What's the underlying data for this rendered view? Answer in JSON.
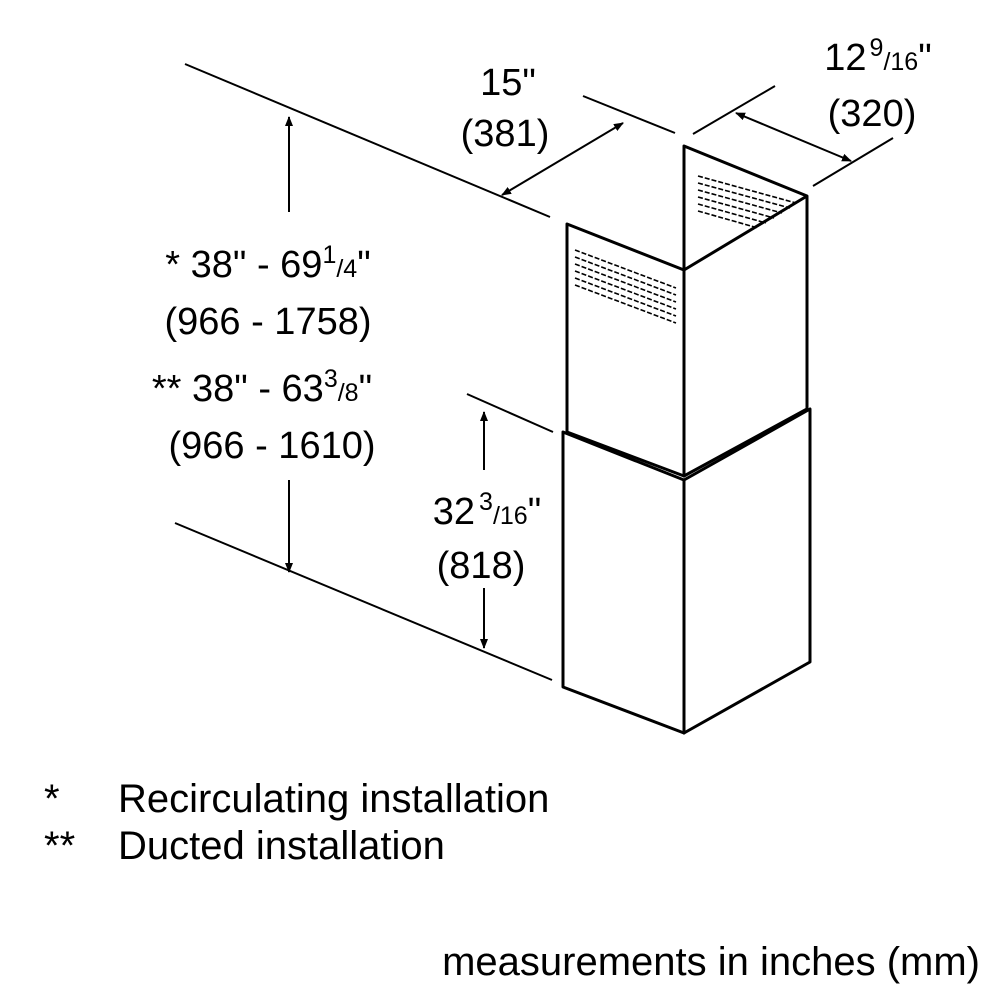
{
  "dimensions": {
    "depth": {
      "inches": "15\"",
      "mm": "(381)"
    },
    "width": {
      "whole": "12",
      "frac_num": "9",
      "frac_den": "/16",
      "inch_mark": "\"",
      "mm": "(320)"
    },
    "recirc_height": {
      "prefix": "* 38\" - 69",
      "frac_num": "1",
      "frac_den": "/4",
      "inch_mark": "\"",
      "mm": "(966 - 1758)"
    },
    "ducted_height": {
      "prefix": "** 38\" - 63",
      "frac_num": "3",
      "frac_den": "/8",
      "inch_mark": "\"",
      "mm": "(966 - 1610)"
    },
    "lower_section": {
      "whole": "32",
      "frac_num": "3",
      "frac_den": "/16",
      "inch_mark": "\"",
      "mm": "(818)"
    }
  },
  "legend": [
    {
      "symbol": "*",
      "label": "Recirculating installation"
    },
    {
      "symbol": "**",
      "label": "Ducted installation"
    }
  ],
  "footer_note": "measurements in inches (mm)",
  "colors": {
    "line": "#000000",
    "background": "#ffffff"
  }
}
